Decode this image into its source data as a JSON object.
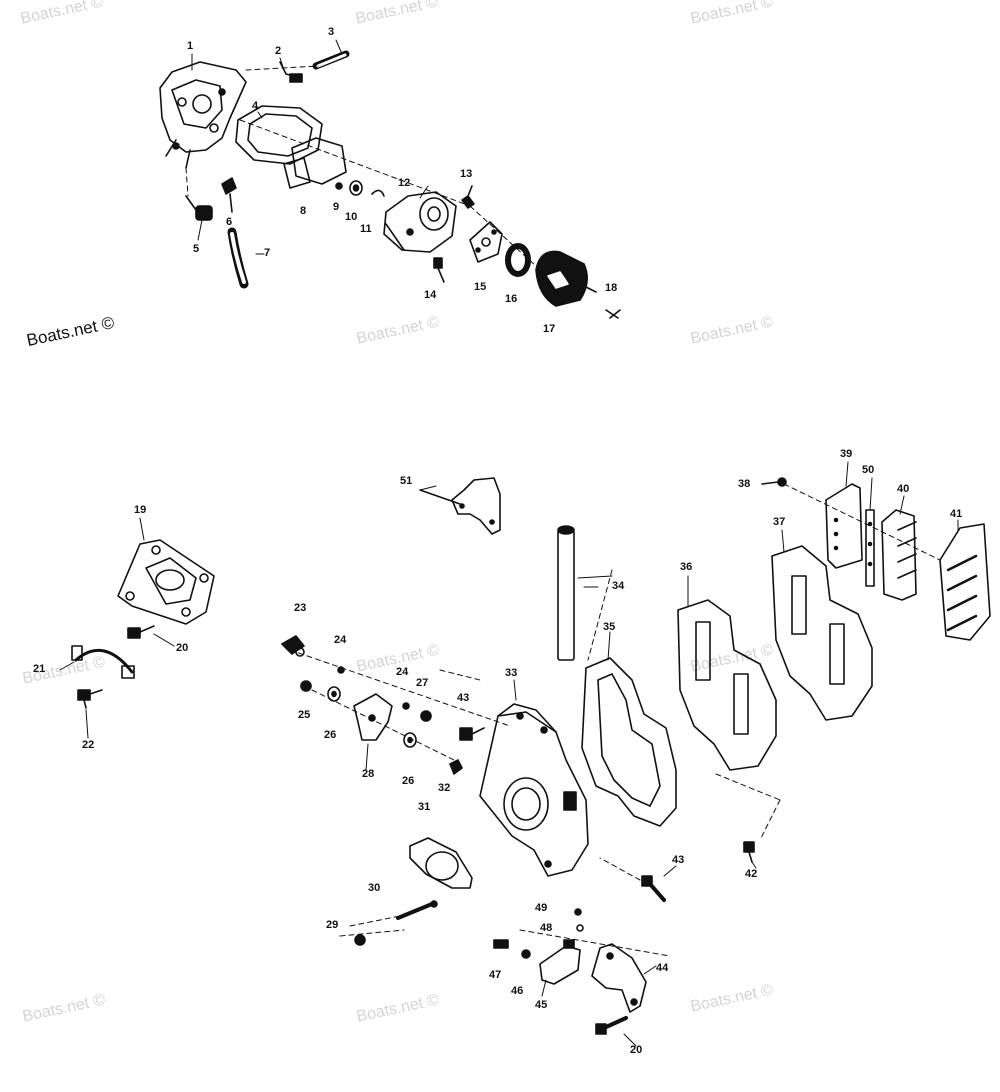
{
  "watermark": "Boats.net ©",
  "labels": {
    "l1": "1",
    "l2": "2",
    "l3": "3",
    "l4": "4",
    "l5": "5",
    "l6": "6",
    "l7": "7",
    "l8": "8",
    "l9": "9",
    "l10": "10",
    "l11": "11",
    "l12": "12",
    "l13": "13",
    "l14": "14",
    "l15": "15",
    "l16": "16",
    "l17": "17",
    "l18": "18",
    "l19": "19",
    "l20a": "20",
    "l20b": "20",
    "l21": "21",
    "l22": "22",
    "l23": "23",
    "l24a": "24",
    "l24b": "24",
    "l25": "25",
    "l26a": "26",
    "l26b": "26",
    "l27": "27",
    "l28": "28",
    "l29": "29",
    "l30": "30",
    "l31": "31",
    "l32": "32",
    "l33": "33",
    "l34": "34",
    "l35": "35",
    "l36": "36",
    "l37": "37",
    "l38": "38",
    "l39": "39",
    "l40": "40",
    "l41": "41",
    "l42": "42",
    "l43a": "43",
    "l43b": "43",
    "l44": "44",
    "l45": "45",
    "l46": "46",
    "l47": "47",
    "l48": "48",
    "l49": "49",
    "l50": "50",
    "l51": "51"
  }
}
